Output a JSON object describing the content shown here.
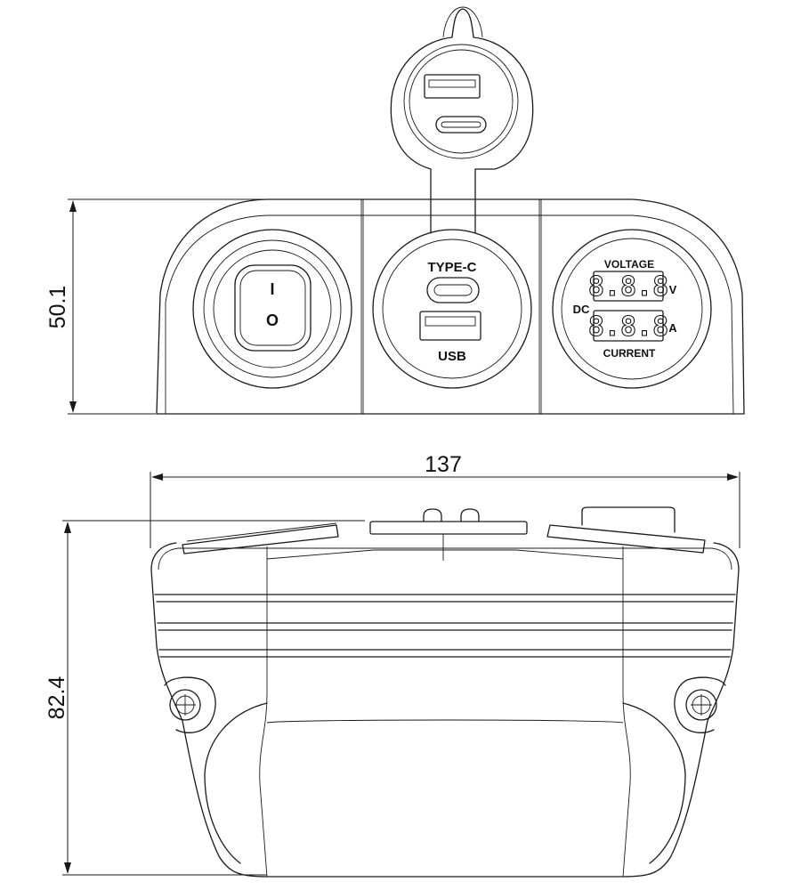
{
  "dimensions": {
    "height_front": "50.1",
    "width_top": "137",
    "height_top": "82.4"
  },
  "usb_module": {
    "type_c_label": "TYPE-C",
    "usb_label": "USB"
  },
  "meter_module": {
    "voltage_label": "VOLTAGE",
    "current_label": "CURRENT",
    "dc_label": "DC",
    "volt_unit": "V",
    "amp_unit": "A",
    "volt_digits": "8.8.8",
    "amp_digits": "8.8.8"
  },
  "switch_module": {
    "on_symbol": "I",
    "off_symbol": "O"
  }
}
